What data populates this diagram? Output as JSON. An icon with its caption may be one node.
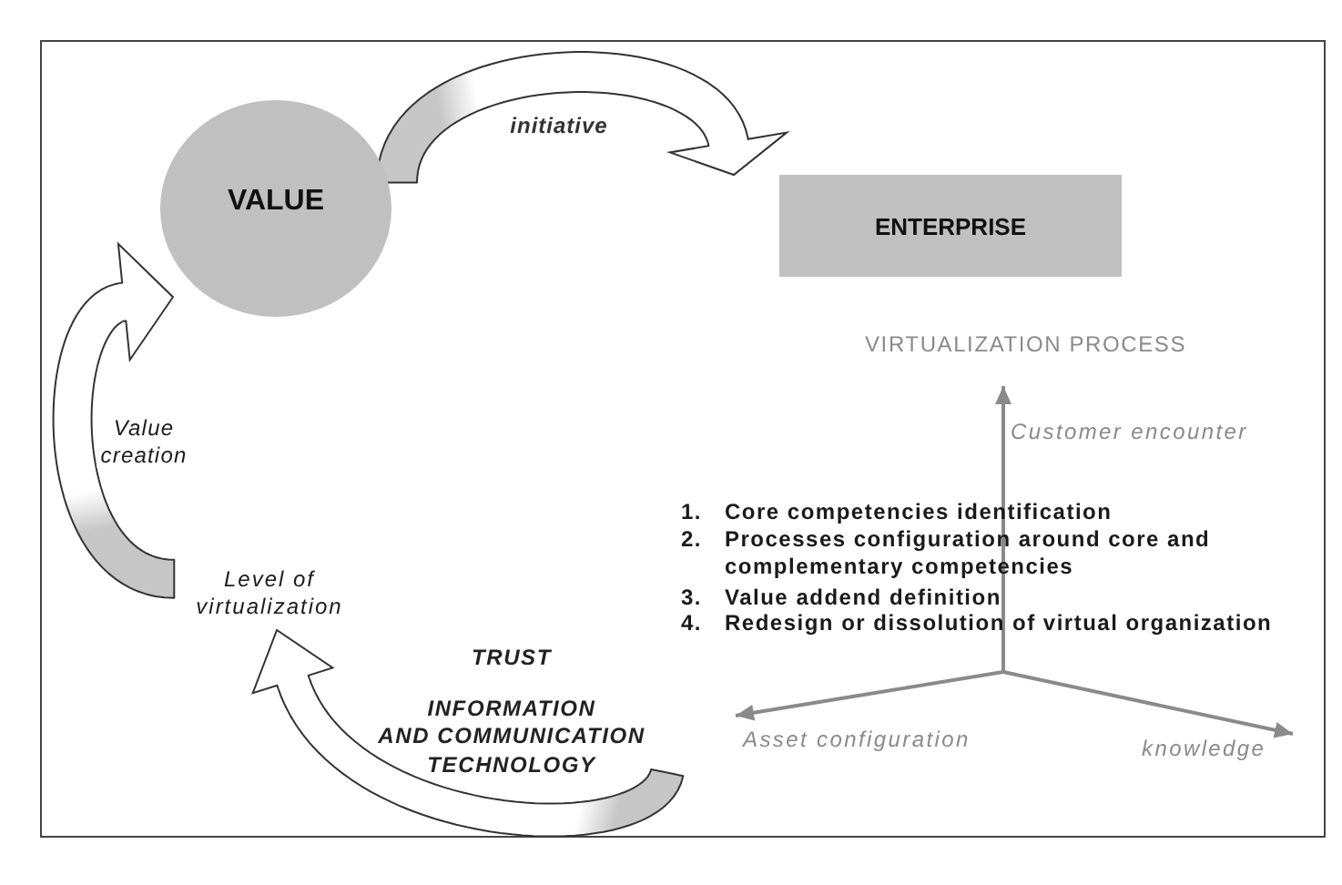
{
  "diagram": {
    "nodes": [
      {
        "text": [
          "VALUE"
        ]
      },
      {
        "text": [
          "ENTERPRISE"
        ]
      },
      {
        "text": [
          "Level of virtualization"
        ]
      },
      {
        "text": [
          "TRUST",
          "INFORMATION AND COMMUNICATION TECHNOLOGY"
        ]
      }
    ],
    "edges": [
      {
        "from": 0,
        "to": 1,
        "arrow": "to",
        "label": "initiative"
      },
      {
        "from": 3,
        "to": 2,
        "arrow": "to"
      },
      {
        "from": 2,
        "to": 0,
        "arrow": "to",
        "label": "Value creation"
      }
    ],
    "labels": [
      "VIRTUALIZATION PROCESS",
      "Customer encounter",
      "1.",
      "Core competencies identification",
      "2.",
      "Processes configuration around core and complementary competencies",
      "3.",
      "Value addend definition",
      "4.",
      "Redesign or dissolution of virtual organization",
      "Asset configuration",
      "knowledge"
    ]
  }
}
